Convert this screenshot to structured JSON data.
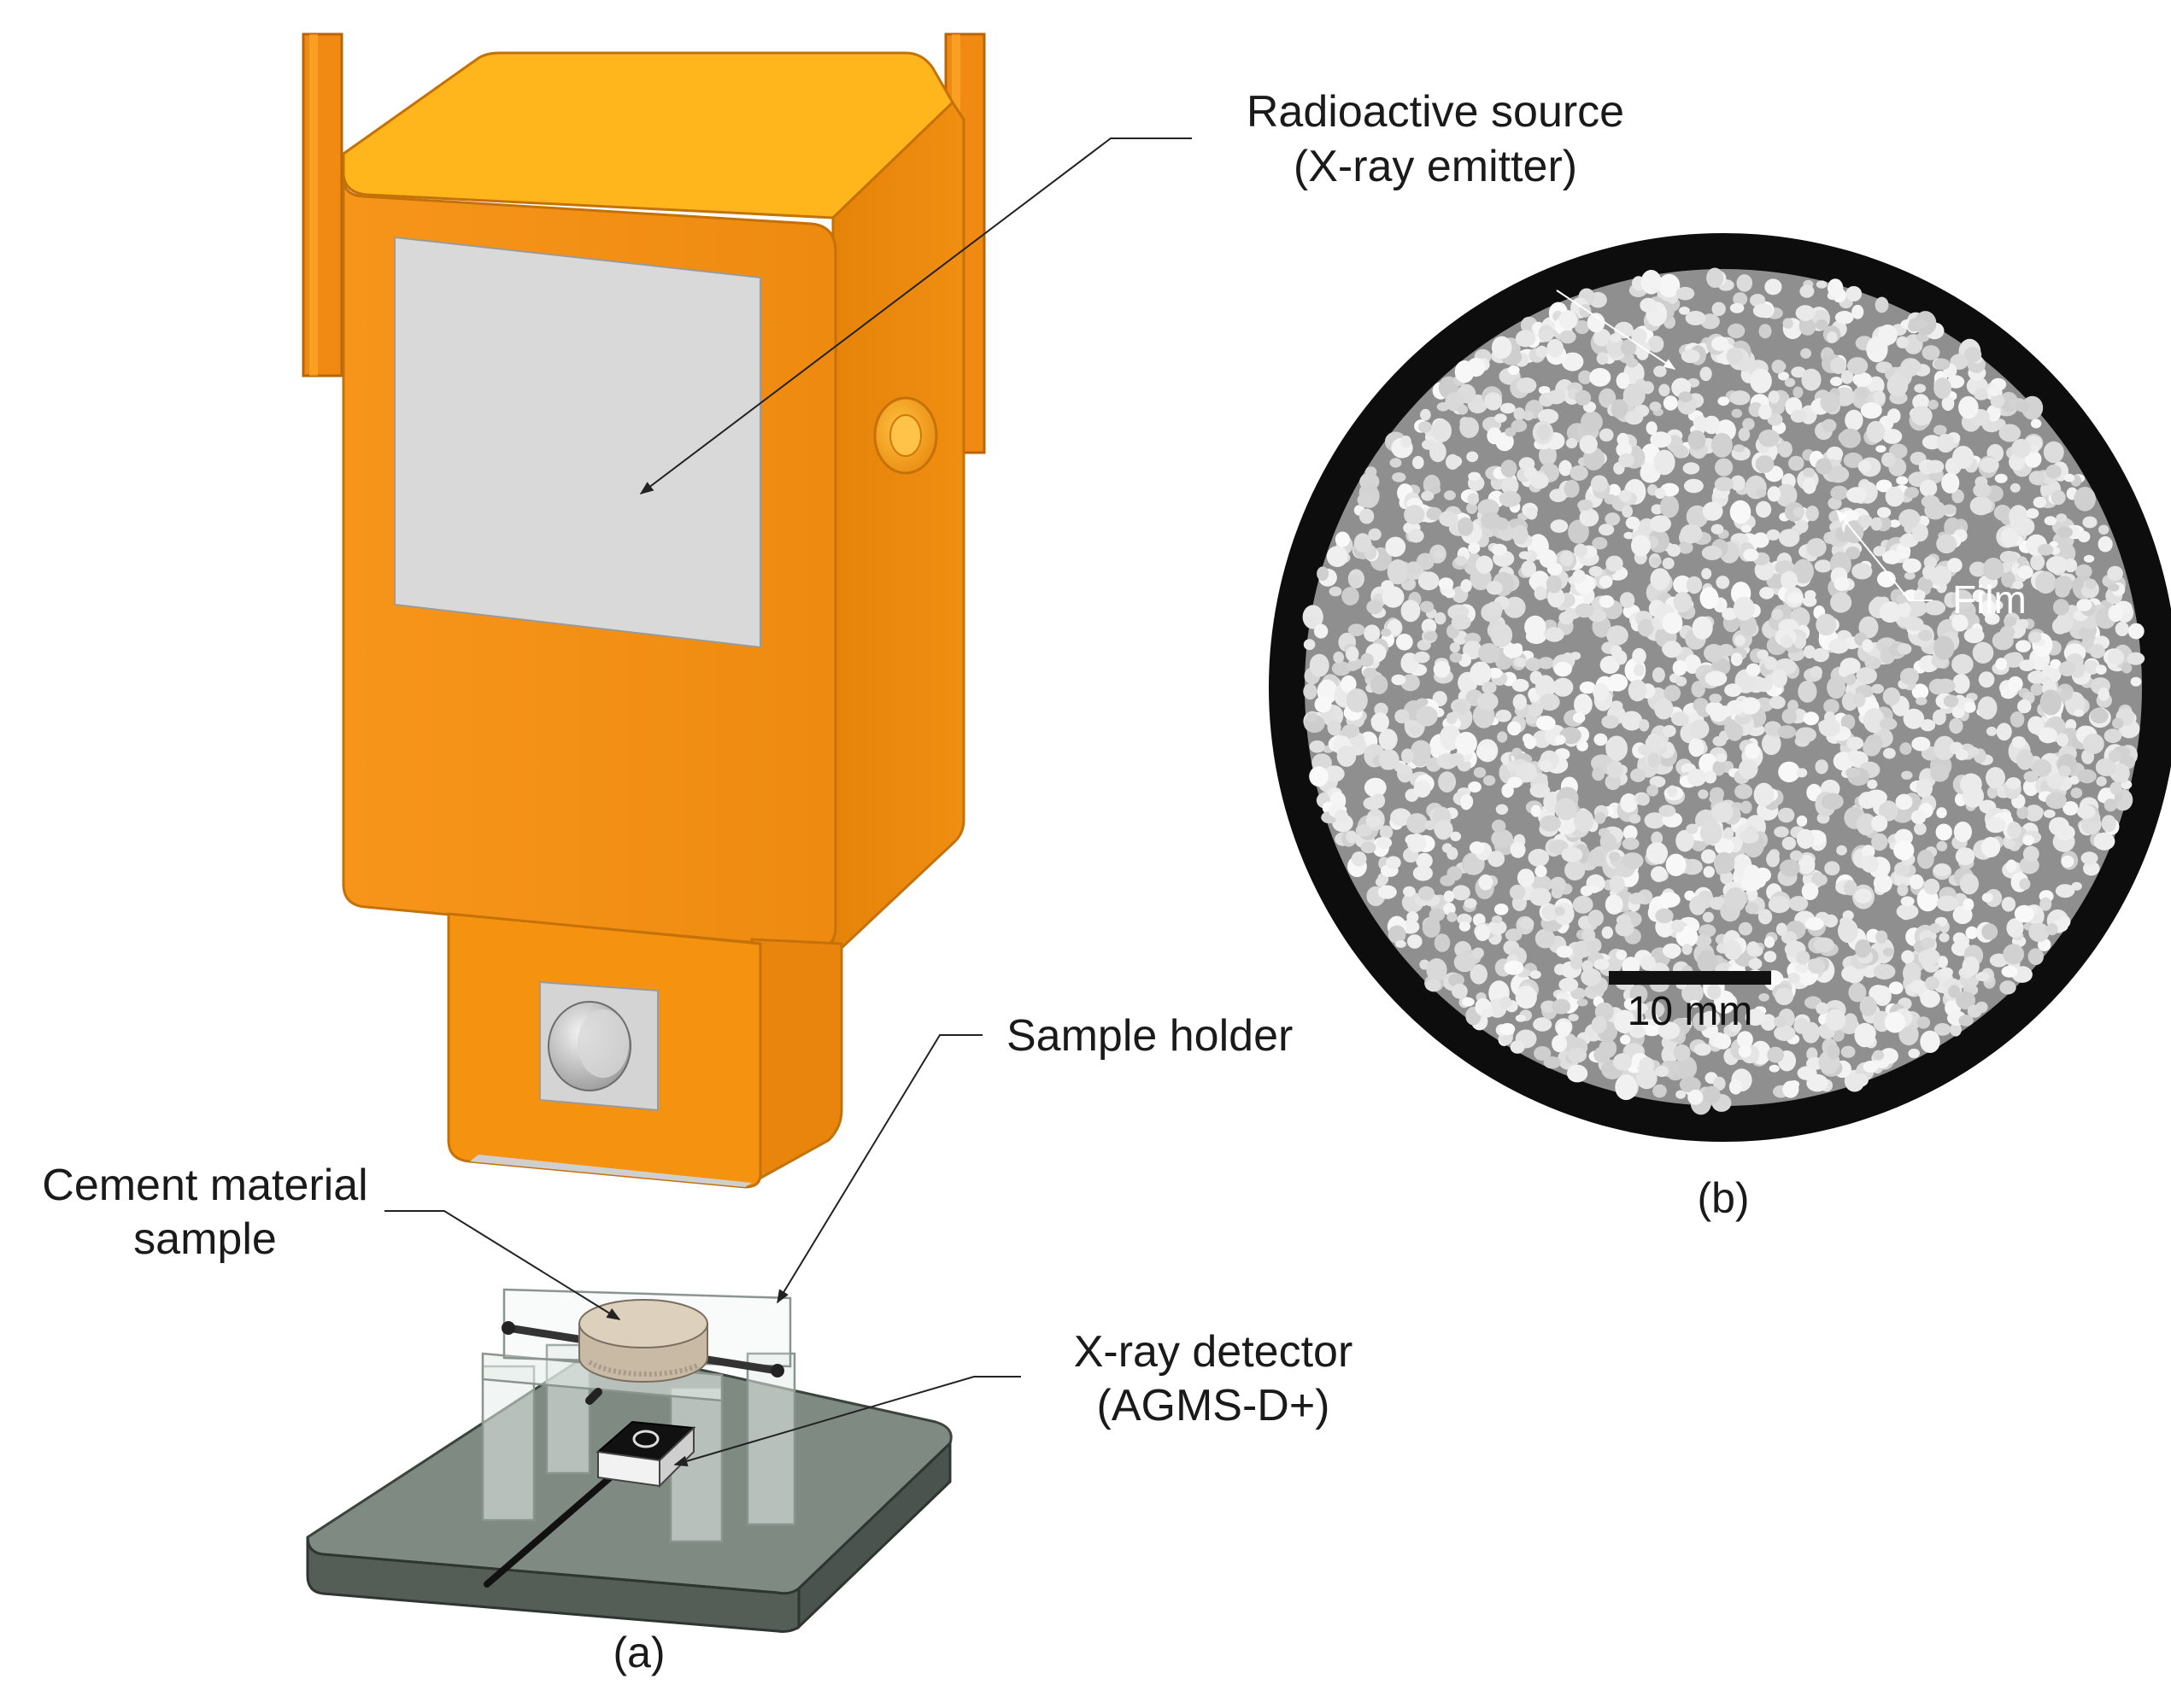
{
  "labels": {
    "radioactive_source_line1": "Radioactive source",
    "radioactive_source_line2": "(X-ray emitter)",
    "sample_holder": "Sample holder",
    "cement_sample_line1": "Cement material",
    "cement_sample_line2": "sample",
    "xray_detector_line1": "X-ray detector",
    "xray_detector_line2": "(AGMS-D+)",
    "film": "Film",
    "scale_bar": "10 mm",
    "panel_a": "(a)",
    "panel_b": "(b)"
  },
  "colors": {
    "emitter_orange": "#f5900f",
    "emitter_top": "#ffb21a",
    "emitter_side": "#e07c0a",
    "window_gray": "#d9d9d9",
    "sample_beige": "#d8cbb8",
    "base_green_gray": "#7f8a82",
    "ring_black": "#0d0d0d",
    "ct_background": "#8f8f8f",
    "ct_grain": "#e6e6e6"
  }
}
